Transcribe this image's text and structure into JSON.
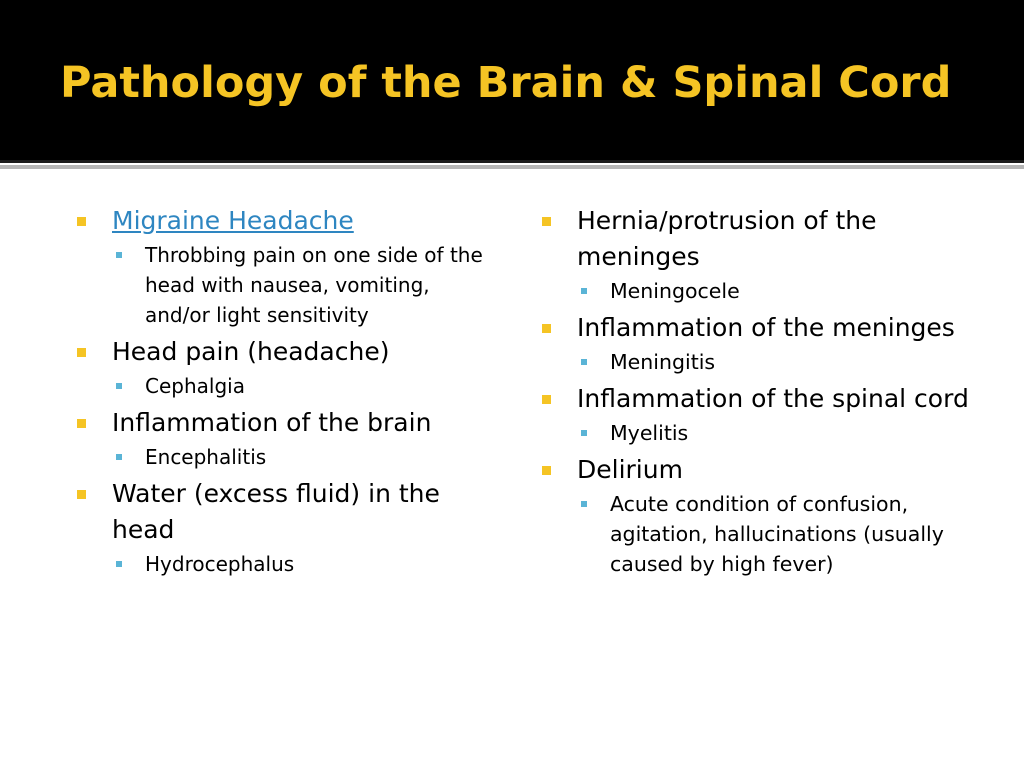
{
  "slide": {
    "title": "Pathology of the Brain & Spinal Cord",
    "colors": {
      "title_bar": "#000000",
      "title_text": "#f5c424",
      "primary_bullet": "#f5c424",
      "secondary_bullet": "#5ab4d6",
      "link": "#2e86c1"
    },
    "left_column": {
      "items": [
        {
          "text": "Migraine Headache",
          "is_link": true,
          "subitems": [
            "Throbbing pain on one side of the head with nausea, vomiting, and/or light sensitivity"
          ]
        },
        {
          "text": "Head pain (headache)",
          "subitems": [
            "Cephalgia"
          ]
        },
        {
          "text": "Inflammation of the brain",
          "subitems": [
            "Encephalitis"
          ]
        },
        {
          "text": "Water (excess fluid) in the head",
          "subitems": [
            "Hydrocephalus"
          ]
        }
      ]
    },
    "right_column": {
      "items": [
        {
          "text": "Hernia/protrusion of the meninges",
          "subitems": [
            "Meningocele"
          ]
        },
        {
          "text": "Inflammation of the meninges",
          "subitems": [
            "Meningitis"
          ]
        },
        {
          "text": "Inflammation of the spinal cord",
          "subitems": [
            "Myelitis"
          ]
        },
        {
          "text": "Delirium",
          "subitems": [
            "Acute condition of confusion, agitation, hallucinations (usually caused by high fever)"
          ]
        }
      ]
    }
  }
}
